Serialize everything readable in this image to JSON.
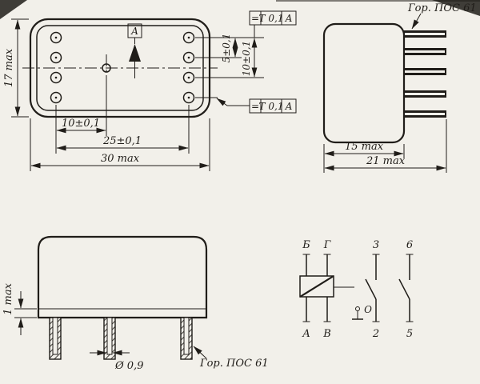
{
  "colors": {
    "ink": "#201d19",
    "paper": "#f2f0ea"
  },
  "top_view": {
    "datum": "А",
    "dims": {
      "height": "17 max",
      "pin_offset": "10±0,1",
      "pin_span": "25±0,1",
      "width": "30 max",
      "row_gap": "5±0,1",
      "row_span": "10±0,1"
    },
    "tolerance_top": {
      "symbol": "=",
      "value": "Т 0,1",
      "datum": "А"
    },
    "tolerance_right": {
      "symbol": "=",
      "value": "Т 0,1",
      "datum": "А"
    }
  },
  "side_view": {
    "solder_note": "Гор. ПОС 61",
    "dims": {
      "body": "15 max",
      "overall": "21 max"
    }
  },
  "front_view": {
    "dims": {
      "lip": "1 max",
      "pin_diameter": "Ø 0,9"
    },
    "solder_note": "Гор. ПОС 61"
  },
  "schematic": {
    "coil_top": [
      "Б",
      "Г"
    ],
    "coil_bottom": [
      "А",
      "В"
    ],
    "contacts_top": [
      "3",
      "6"
    ],
    "contacts_bottom": [
      "2",
      "5"
    ],
    "common": "О"
  }
}
